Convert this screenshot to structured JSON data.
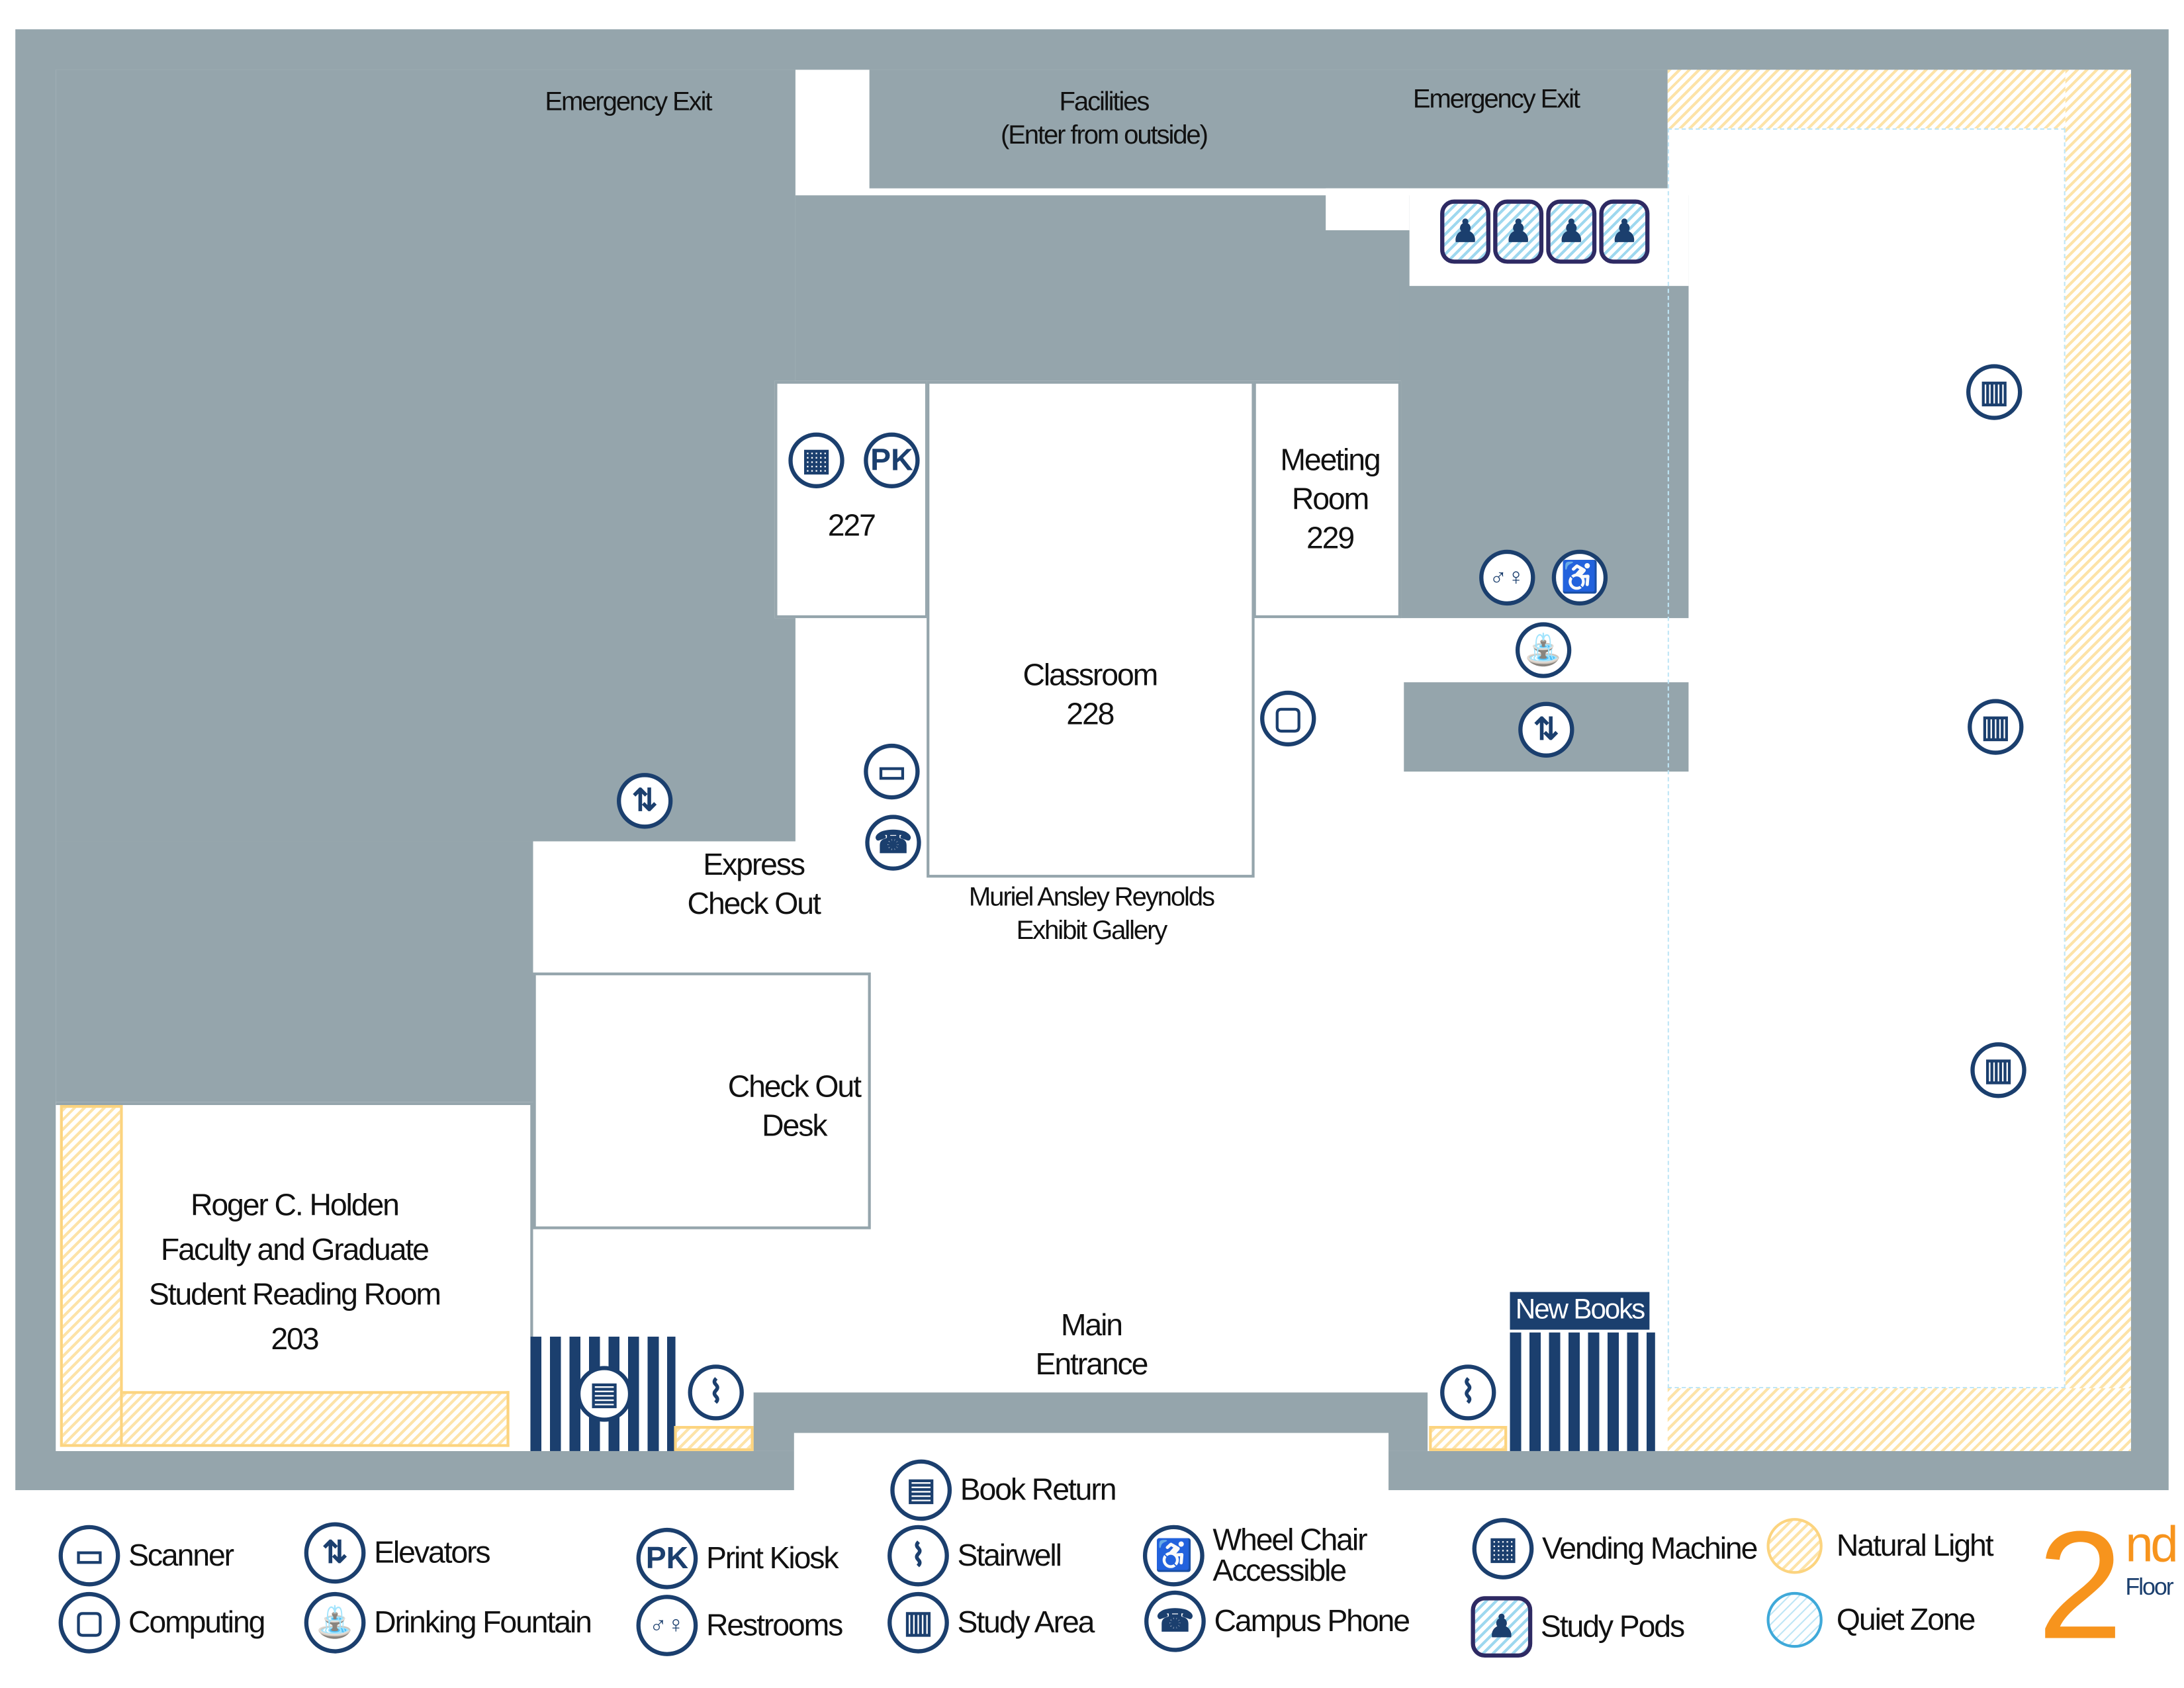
{
  "rooms": {
    "emergency_exit_left": "Emergency Exit",
    "facilities": "Facilities\n(Enter from outside)",
    "emergency_exit_right": "Emergency Exit",
    "room_227": "227",
    "classroom": "Classroom\n228",
    "meeting_room": "Meeting\nRoom\n229",
    "express_check_out": "Express\nCheck Out",
    "exhibit_gallery": "Muriel Ansley Reynolds\nExhibit Gallery",
    "check_out_desk": "Check Out\nDesk",
    "reading_room": "Roger C. Holden\nFaculty and Graduate\nStudent Reading Room\n203",
    "main_entrance": "Main\nEntrance",
    "new_books": "New Books"
  },
  "print_kiosk_glyph": "PK",
  "legend": [
    {
      "icon": "scanner",
      "label": "Scanner"
    },
    {
      "icon": "computing",
      "label": "Computing"
    },
    {
      "icon": "elevator",
      "label": "Elevators"
    },
    {
      "icon": "fountain",
      "label": "Drinking Fountain"
    },
    {
      "icon": "kiosk",
      "label": "Print Kiosk"
    },
    {
      "icon": "restroom",
      "label": "Restrooms"
    },
    {
      "icon": "bookreturn",
      "label": "Book Return"
    },
    {
      "icon": "stairs",
      "label": "Stairwell"
    },
    {
      "icon": "study",
      "label": "Study Area"
    },
    {
      "icon": "wheelchair",
      "label": "Wheel Chair\nAccessible"
    },
    {
      "icon": "phone",
      "label": "Campus Phone"
    },
    {
      "icon": "vending",
      "label": "Vending Machine"
    },
    {
      "icon": "pod",
      "label": "Study Pods"
    },
    {
      "icon": "natural-light",
      "label": "Natural Light"
    },
    {
      "icon": "quiet-zone",
      "label": "Quiet Zone"
    }
  ],
  "floor": {
    "number": "2",
    "suffix": "nd",
    "word": "Floor"
  },
  "colors": {
    "wall": "#95a5ac",
    "icon": "#1b3f6e",
    "natural_light": "#fcd47f",
    "quiet_zone": "#3fa9d9",
    "floor_label": "#f7941d"
  }
}
